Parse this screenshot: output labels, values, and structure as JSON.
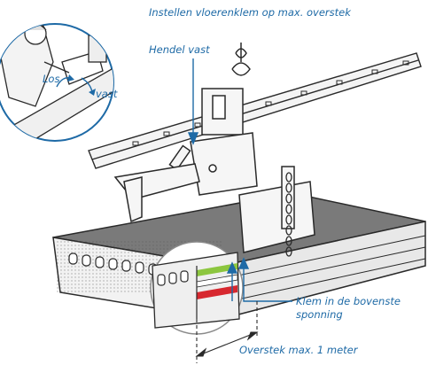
{
  "labels": {
    "title": "Instellen vloerenklem op max. overstek",
    "hendel": "Hendel vast",
    "los": "Los",
    "vast": "vast",
    "klem_line1": "Klem in de bovenste",
    "klem_line2": "sponning",
    "overstek": "Overstek max. 1 meter"
  },
  "colors": {
    "annotation": "#1e6aa6",
    "groove_green": "#8cc63f",
    "groove_red": "#d7282f",
    "line": "#2a2a2a",
    "slab_top": "#7a7a7a"
  },
  "icons": [
    "worker-figure",
    "crane-hook",
    "lifting-chain",
    "floor-clamp",
    "hollowcore-slab"
  ]
}
